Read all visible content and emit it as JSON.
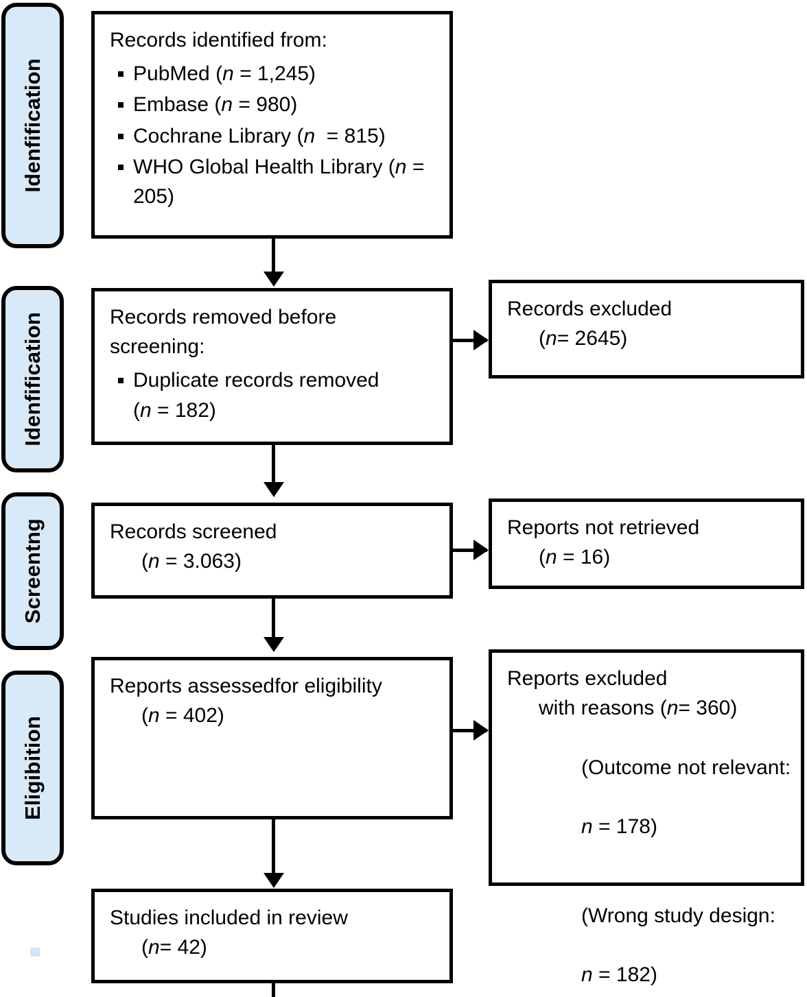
{
  "diagram": {
    "type": "prisma-flow-diagram",
    "accent_color": "#d8e9f7",
    "line_color": "#000000",
    "background": "#ffffff"
  },
  "stages": [
    {
      "label": "Idenfification"
    },
    {
      "label": "Idenfification"
    },
    {
      "label": "Screentng"
    },
    {
      "label": "Eligibition"
    }
  ],
  "boxes": {
    "identified": {
      "title": "Records identified from:",
      "items": [
        "PubMed (n = 1,245)",
        "Embase (n = 980)",
        "Cochrane Library (n  = 815)",
        "WHO Global Health Library (n = 205)"
      ],
      "sources": [
        {
          "name": "PubMed",
          "n": 1245
        },
        {
          "name": "Embase",
          "n": 980
        },
        {
          "name": "Cochrane Library",
          "n": 815
        },
        {
          "name": "WHO Global Health Library",
          "n": 205
        }
      ]
    },
    "removed_before_screening": {
      "line1": "Records removed before",
      "line2": "screening:",
      "item": "Duplicate records removed",
      "item_n": "(n = 182)"
    },
    "records_excluded": {
      "line1": "Records excluded",
      "line2": "(n = 2645)"
    },
    "records_screened": {
      "line1": "Records screened",
      "line2": "(n = 3.063)"
    },
    "reports_not_retrieved": {
      "line1": "Reports not retrieved",
      "line2": "(n = 16)"
    },
    "reports_assessed": {
      "line1": "Reports assessedfor eligibility",
      "line2": "(n = 402)"
    },
    "reports_excluded": {
      "line1": "Reports excluded",
      "line2": "with reasons (n = 360)",
      "reason1_line1": "(Outcome not relevant:",
      "reason1_line2": "n = 178)",
      "reason2_line1": "(Wrong study design:",
      "reason2_line2": "n = 182)"
    },
    "studies_included": {
      "line1": "Studies included in review",
      "line2": "(n = 42)"
    }
  }
}
